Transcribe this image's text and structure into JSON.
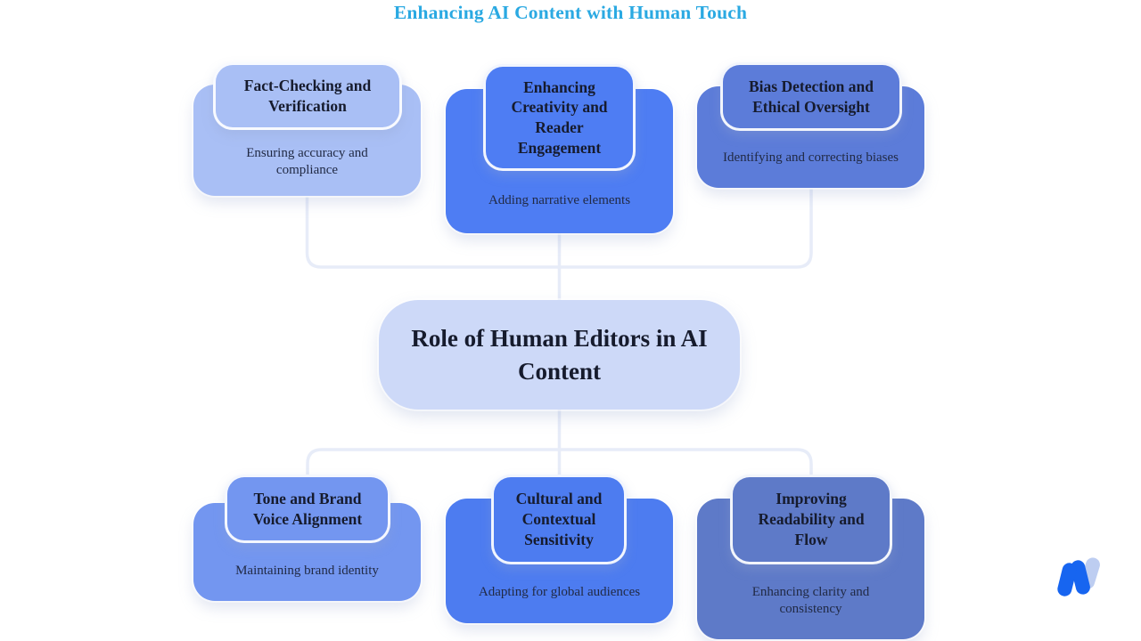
{
  "title": {
    "text": "Enhancing AI Content with Human Touch",
    "color": "#2aa9e2"
  },
  "center": {
    "title": "Role of Human Editors in AI Content",
    "bg": "#cdd9f8"
  },
  "nodes": [
    {
      "title": "Fact-Checking and Verification",
      "desc": "Ensuring accuracy and compliance",
      "bg": "#a9bff5"
    },
    {
      "title": "Enhancing Creativity and Reader Engagement",
      "desc": "Adding narrative elements",
      "bg": "#4e7df3"
    },
    {
      "title": "Bias Detection and Ethical Oversight",
      "desc": "Identifying and correcting biases",
      "bg": "#5c7cd9"
    },
    {
      "title": "Tone and Brand Voice Alignment",
      "desc": "Maintaining brand identity",
      "bg": "#7396f0"
    },
    {
      "title": "Cultural and Contextual Sensitivity",
      "desc": "Adapting for global audiences",
      "bg": "#4d7cf0"
    },
    {
      "title": "Improving Readability and Flow",
      "desc": "Enhancing clarity and consistency",
      "bg": "#5e7ac8"
    }
  ],
  "connectors": {
    "color": "#e7ecf8"
  },
  "logo": {
    "name": "w-brand-logo",
    "dark": "#1765f0",
    "light": "#bdcdf1"
  }
}
